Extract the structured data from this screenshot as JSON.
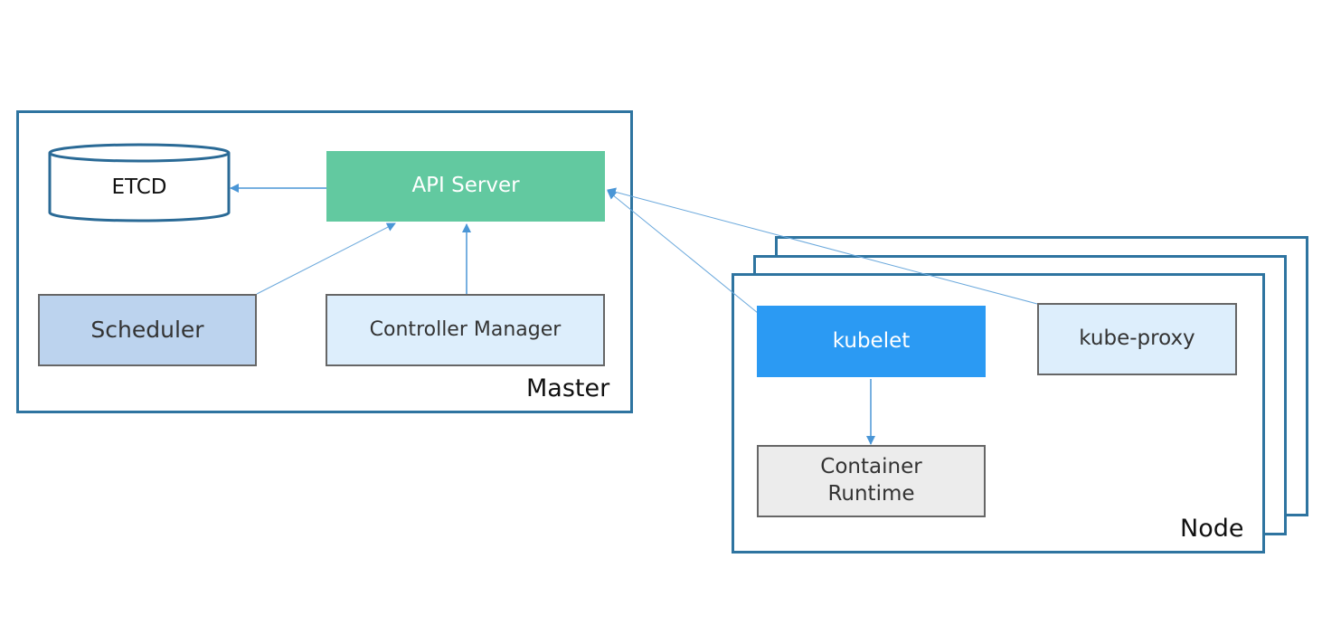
{
  "colors": {
    "frame": "#2e74a0",
    "arrow": "#4a96d6",
    "api_server": "#62c9a0",
    "scheduler": "#bcd3ee",
    "controller": "#ddeefc",
    "kubelet": "#2b9af3",
    "kube_proxy": "#ddeefc",
    "runtime": "#ececec"
  },
  "master": {
    "label": "Master",
    "etcd": "ETCD",
    "api_server": "API Server",
    "scheduler": "Scheduler",
    "controller_manager": "Controller Manager"
  },
  "node": {
    "label": "Node",
    "kubelet": "kubelet",
    "kube_proxy": "kube-proxy",
    "container_runtime_line1": "Container",
    "container_runtime_line2": "Runtime"
  }
}
